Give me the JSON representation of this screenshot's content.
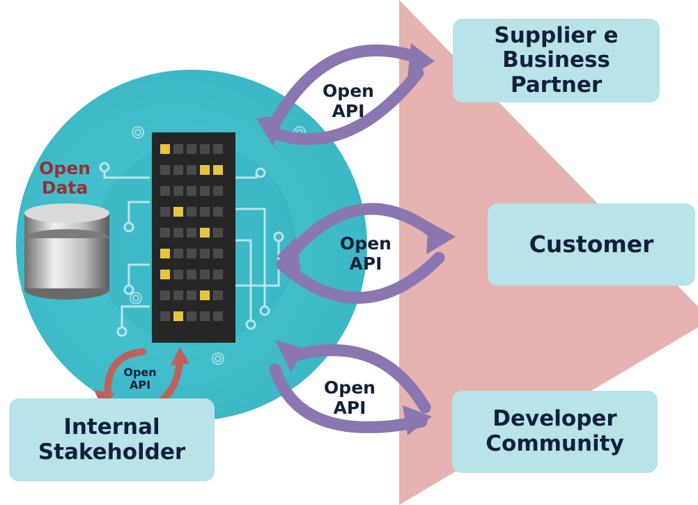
{
  "nodes": {
    "supplier": "Supplier e\nBusiness\nPartner",
    "customer": "Customer",
    "developer": "Developer\nCommunity",
    "internal": "Internal\nStakeholder"
  },
  "labels": {
    "open_data": "Open\nData",
    "api_top": "Open\nAPI",
    "api_middle": "Open\nAPI",
    "api_bottom": "Open\nAPI",
    "api_internal": "Open\nAPI"
  },
  "colors": {
    "circle": "#40bfcd",
    "arrow_purple": "#8a76b0",
    "arrow_red": "#c0605a",
    "chevron": "#e6b3b0",
    "box": "#b7e3e9",
    "text": "#12203a",
    "open_data_text": "#9b2f2f",
    "server": "#262626",
    "server_light": "#e8c33e"
  }
}
